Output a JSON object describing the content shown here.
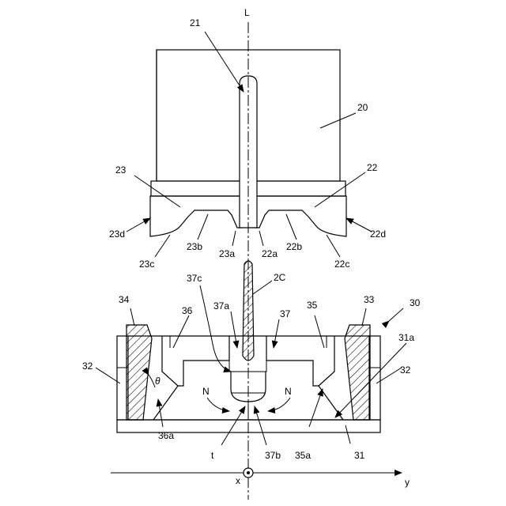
{
  "labels": {
    "axis_L": "L",
    "axis_x": "x",
    "axis_y": "y",
    "n20": "20",
    "n21": "21",
    "n22": "22",
    "n22a": "22a",
    "n22b": "22b",
    "n22c": "22c",
    "n22d": "22d",
    "n23": "23",
    "n23a": "23a",
    "n23b": "23b",
    "n23c": "23c",
    "n23d": "23d",
    "n2C": "2C",
    "n30": "30",
    "n31": "31",
    "n31a": "31a",
    "n32_left": "32",
    "n32_right": "32",
    "n33": "33",
    "n34": "34",
    "n35": "35",
    "n35a": "35a",
    "n36": "36",
    "n36a": "36a",
    "n37": "37",
    "n37a": "37a",
    "n37b": "37b",
    "n37c": "37c",
    "N_left": "N",
    "N_right": "N",
    "t": "t",
    "theta": "θ"
  }
}
